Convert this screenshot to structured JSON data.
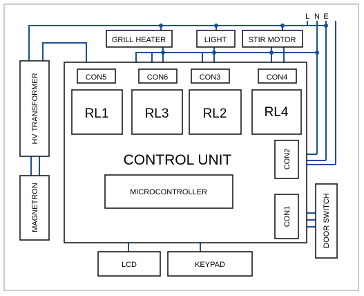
{
  "terminals": {
    "live": "L",
    "neutral": "N",
    "earth": "E"
  },
  "loads": {
    "grill_heater": "GRILL HEATER",
    "light": "LIGHT",
    "stir_motor": "STIR MOTOR"
  },
  "control_unit": {
    "title": "CONTROL UNIT"
  },
  "connectors": {
    "con5": "CON5",
    "con6": "CON6",
    "con3": "CON3",
    "con4": "CON4",
    "con2": "CON2",
    "con1": "CON1"
  },
  "relays": {
    "rl1": "RL1",
    "rl3": "RL3",
    "rl2": "RL2",
    "rl4": "RL4"
  },
  "components": {
    "hv_transformer": "HV TRANSFORMER",
    "magnetron": "MAGNETRON",
    "microcontroller": "MICROCONTROLLER",
    "lcd": "LCD",
    "keypad": "KEYPAD",
    "door_switch": "DOOR SWITCH"
  },
  "colors": {
    "wire": "#1a4f9a",
    "box_outline": "#1a1a1a",
    "frame": "#9a9a9a",
    "background": "#ffffff"
  }
}
